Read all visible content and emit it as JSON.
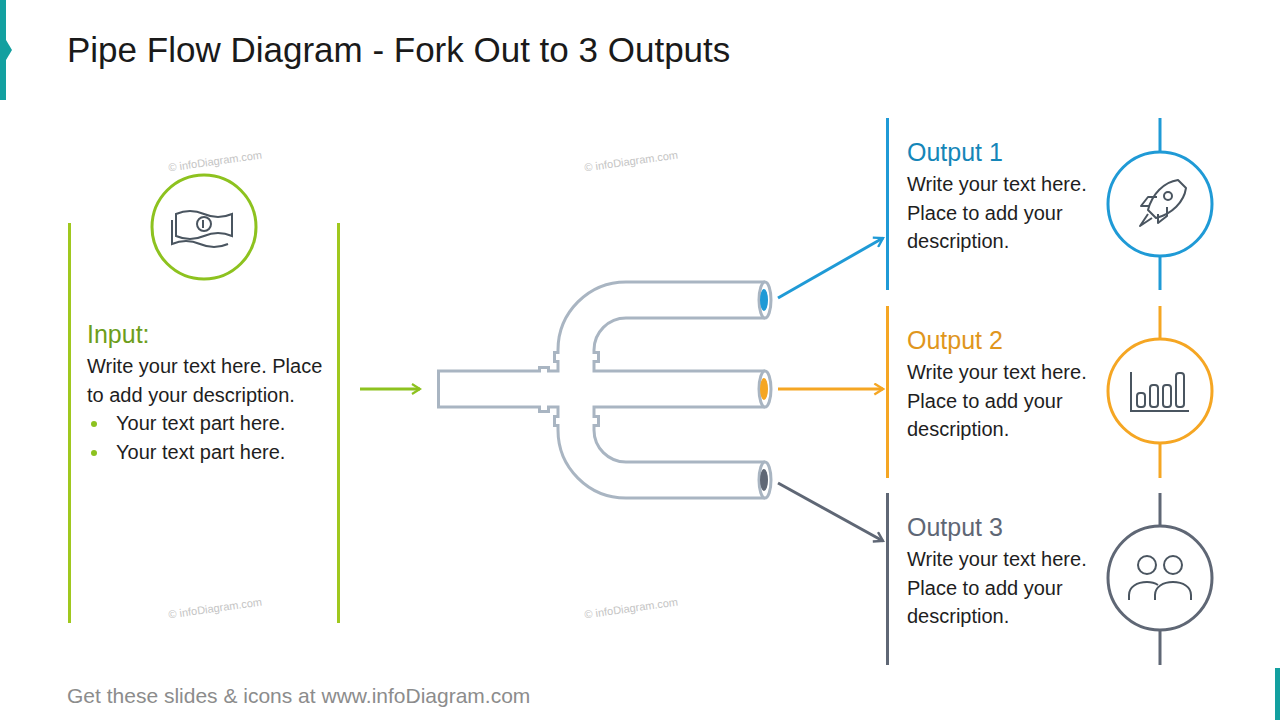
{
  "diagram": {
    "title": "Pipe Flow Diagram - Fork Out to 3 Outputs",
    "caption": "Get these slides & icons at www.infoDiagram.com",
    "nodes": [
      {
        "text": [
          "Input:",
          "Write your text here. Place to add your description.",
          "Your text part here.",
          "Your text part here."
        ]
      },
      {
        "text": [
          "Output 1",
          "Write your text here. Place to add your description."
        ]
      },
      {
        "text": [
          "Output 2",
          "Write your text here. Place to add your description."
        ]
      },
      {
        "text": [
          "Output 3",
          "Write your text here. Place to add your description."
        ]
      }
    ],
    "edges": [
      {
        "from": 0,
        "to": 1,
        "arrow": "to"
      },
      {
        "from": 0,
        "to": 2,
        "arrow": "to"
      },
      {
        "from": 0,
        "to": 3,
        "arrow": "to"
      }
    ],
    "labels": [
      "© infoDiagram.com",
      "© infoDiagram.com",
      "© infoDiagram.com",
      "© infoDiagram.com"
    ]
  }
}
